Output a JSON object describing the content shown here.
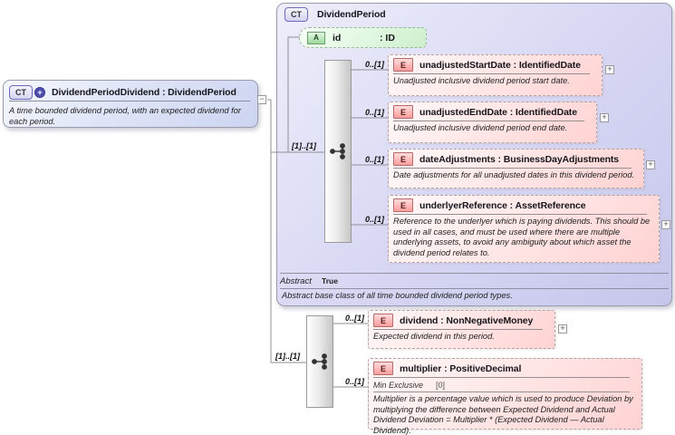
{
  "source_type": {
    "icon": "CT",
    "plus_icon": "+",
    "title": "DividendPeriodDividend : DividendPeriod",
    "doc": "A time bounded dividend period, with an expected dividend for each period.",
    "collapse_glyph": "−"
  },
  "base_type": {
    "icon": "CT",
    "title": "DividendPeriod",
    "attribute": {
      "icon": "A",
      "name": "id",
      "type": ": ID"
    },
    "sequence_cardinality": "[1]..[1]",
    "elements": [
      {
        "icon": "E",
        "label": "unadjustedStartDate : IdentifiedDate",
        "cardinality": "0..[1]",
        "doc": "Unadjusted inclusive dividend period start date.",
        "expand_glyph": "+"
      },
      {
        "icon": "E",
        "label": "unadjustedEndDate : IdentifiedDate",
        "cardinality": "0..[1]",
        "doc": "Unadjusted inclusive dividend period end date.",
        "expand_glyph": "+"
      },
      {
        "icon": "E",
        "label": "dateAdjustments : BusinessDayAdjustments",
        "cardinality": "0..[1]",
        "doc": "Date adjustments for all unadjusted dates in this dividend period.",
        "expand_glyph": "+"
      },
      {
        "icon": "E",
        "label": "underlyerReference : AssetReference",
        "cardinality": "0..[1]",
        "doc": "Reference to the underlyer which is paying dividends. This should be used in all cases, and must be used where there are multiple underlying assets, to avoid any ambiguity about which asset the dividend period relates to.",
        "expand_glyph": "+"
      }
    ],
    "facet": {
      "name": "Abstract",
      "value": "True"
    },
    "doc": "Abstract base class of all time bounded dividend period types."
  },
  "extension": {
    "sequence_cardinality": "[1]..[1]",
    "elements": [
      {
        "icon": "E",
        "label": "dividend : NonNegativeMoney",
        "cardinality": "0..[1]",
        "doc": "Expected dividend in this period.",
        "expand_glyph": "+"
      },
      {
        "icon": "E",
        "label": "multiplier : PositiveDecimal",
        "cardinality": "0..[1]",
        "facet": {
          "name": "Min Exclusive",
          "value": "[0]"
        },
        "doc": "Multiplier is a percentage value which is used to produce Deviation by multiplying the difference between Expected Dividend and Actual Dividend Deviation = Multiplier * (Expected Dividend — Actual Dividend)."
      }
    ]
  }
}
